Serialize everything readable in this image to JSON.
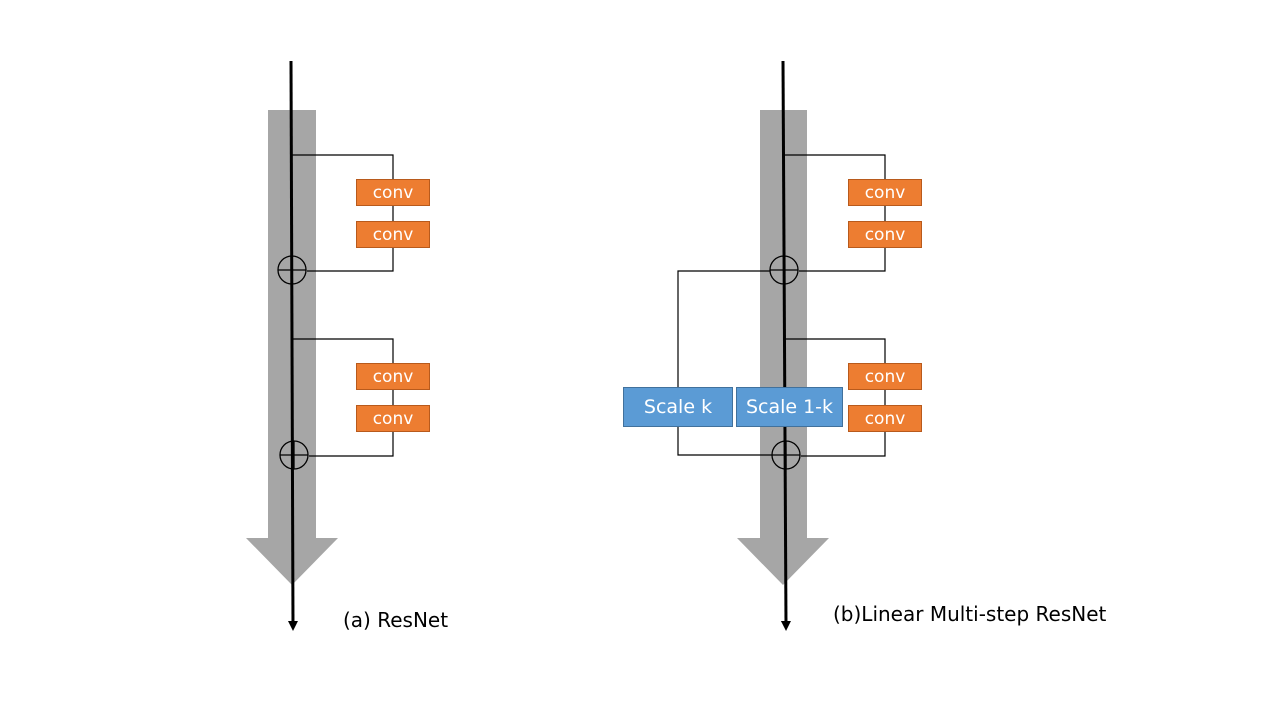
{
  "diagram_a": {
    "caption": "(a) ResNet",
    "blocks": [
      {
        "conv1": "conv",
        "conv2": "conv"
      },
      {
        "conv1": "conv",
        "conv2": "conv"
      }
    ]
  },
  "diagram_b": {
    "caption": "(b)Linear Multi-step ResNet",
    "blocks": [
      {
        "conv1": "conv",
        "conv2": "conv"
      },
      {
        "conv1": "conv",
        "conv2": "conv"
      }
    ],
    "scale_k": "Scale k",
    "scale_1k": "Scale 1-k"
  },
  "colors": {
    "conv": "#ed7d31",
    "scale": "#5b9bd5",
    "backbone_arrow": "#a6a6a6"
  }
}
